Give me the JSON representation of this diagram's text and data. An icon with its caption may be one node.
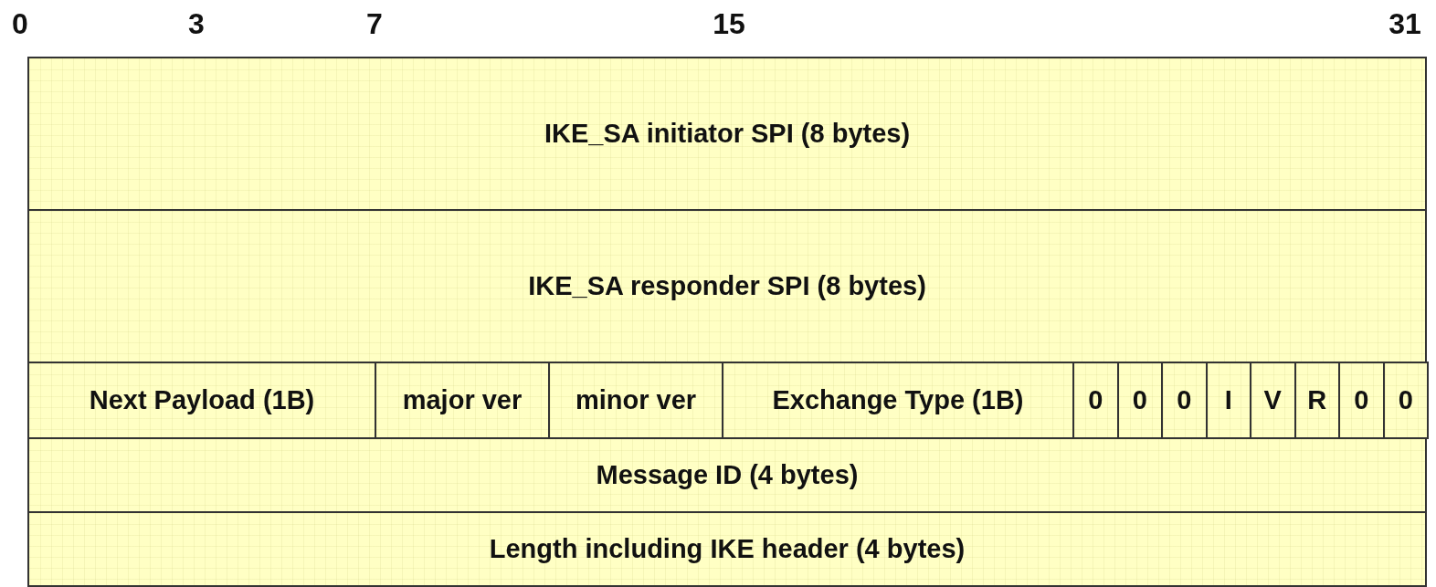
{
  "diagram": {
    "nodes": [
      {
        "text": [
          "IKE_SA initiator SPI (8 bytes)"
        ]
      },
      {
        "text": [
          "IKE_SA responder SPI (8 bytes)"
        ]
      },
      {
        "text": [
          "Next Payload (1B)"
        ]
      },
      {
        "text": [
          "major ver"
        ]
      },
      {
        "text": [
          "minor ver"
        ]
      },
      {
        "text": [
          "Exchange Type (1B)"
        ]
      },
      {
        "text": [
          "0"
        ]
      },
      {
        "text": [
          "0"
        ]
      },
      {
        "text": [
          "0"
        ]
      },
      {
        "text": [
          "I"
        ]
      },
      {
        "text": [
          "V"
        ]
      },
      {
        "text": [
          "R"
        ]
      },
      {
        "text": [
          "0"
        ]
      },
      {
        "text": [
          "0"
        ]
      },
      {
        "text": [
          "Message ID (4 bytes)"
        ]
      },
      {
        "text": [
          "Length including IKE header (4 bytes)"
        ]
      }
    ],
    "labels": [
      "0",
      "3",
      "7",
      "15",
      "31"
    ]
  }
}
